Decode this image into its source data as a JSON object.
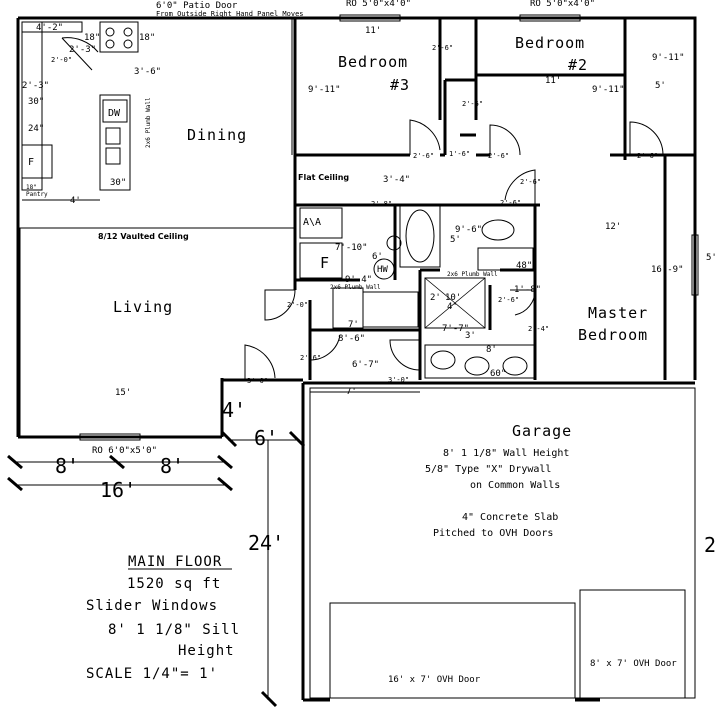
{
  "top": {
    "note1": "6'0\" Patio Door",
    "note2": "From Outside Right Hand Panel Moves",
    "ro_left": "RO 5'0\"x4'0\"",
    "ro_right": "RO 5'0\"x4'0\""
  },
  "rooms": {
    "dining": "Dining",
    "living": "Living",
    "bedroom3_a": "Bedroom",
    "bedroom3_b": "#3",
    "bedroom2_a": "Bedroom",
    "bedroom2_b": "#2",
    "master_a": "Master",
    "master_b": "Bedroom",
    "garage": "Garage"
  },
  "labels": {
    "flat_ceiling": "Flat Ceiling",
    "vaulted": "8/12 Vaulted Ceiling",
    "dw": "DW",
    "f_kitchen": "F",
    "pantry_a": "18\"",
    "pantry_b": "Pantry",
    "av": "A\\A",
    "f_laundry": "F",
    "hw": "HW",
    "plumb_wall_1": "2x6 Plumb Wall",
    "plumb_wall_2": "2x6 Plumb Wall",
    "plumb_wall_3": "2x6 Plumb Wall",
    "ro_bottom": "RO 6'0\"x5'0\"",
    "ovh16": "16' x 7' OVH Door",
    "ovh8": "8' x 7' OVH Door"
  },
  "garage_notes": {
    "l1": "8' 1 1/8\" Wall Height",
    "l2": "5/8\" Type \"X\" Drywall",
    "l3": "on Common Walls",
    "l4": "4\" Concrete Slab",
    "l5": "Pitched to OVH Doors"
  },
  "title_block": {
    "title": "MAIN FLOOR",
    "area": "1520 sq ft",
    "windows": "Slider Windows",
    "sill": "8' 1 1/8\" Sill",
    "height": "Height",
    "scale": "SCALE 1/4\"= 1'"
  },
  "dims": {
    "k_42": "4'-2\"",
    "k_18a": "18\"",
    "k_18b": "18\"",
    "k_23": "2'-3\"",
    "k_20": "2'-0\"",
    "k_36": "3'-6\"",
    "k_23b": "2'-3\"",
    "k_30a": "30\"",
    "k_24": "24\"",
    "k_30b": "30\"",
    "k_4": "4'",
    "b3_11": "11'",
    "b3_911": "9'-11\"",
    "b3_26": "2'-6\"",
    "b2_11": "11'",
    "b2_911a": "9'-11\"",
    "b2_911b": "9'-11\"",
    "b2_5": "5'",
    "h_26a": "2'-6\"",
    "h_26b": "2'-6\"",
    "h_16": "1'-6\"",
    "h_26c": "2'-6\"",
    "h_26d": "2'-6\"",
    "h_34": "3'-4\"",
    "h_26e": "2'-6\"",
    "h_28": "2'-8\"",
    "h_26f": "2'-6\"",
    "h_96": "9'-6\"",
    "h_12": "12'",
    "h_710": "7'-10\"",
    "h_6": "6'",
    "h_5": "5'",
    "h_48": "48\"",
    "h_94": "9'-4\"",
    "h_169": "16'-9\"",
    "h_18": "1'-8\"",
    "h_2x": "2'",
    "h_10": "10'",
    "h_4s": "4'",
    "h_26g": "2'-6\"",
    "h_20": "2'-0\"",
    "h_7": "7'",
    "h_24": "2'-4\"",
    "h_86": "8'-6\"",
    "h_77": "7'-7\"",
    "h_3": "3'",
    "h_8": "8'",
    "h_26h": "2'-6\"",
    "h_67": "6'-7\"",
    "h_60": "60\"",
    "h_30a": "3'-0\"",
    "h_30b": "3'-0\"",
    "l_15": "15'",
    "g_7": "7'",
    "o_4": "4'",
    "o_6": "6'",
    "o_8a": "8'",
    "o_8b": "8'",
    "o_16": "16'",
    "o_24": "24'",
    "o_5r": "5'",
    "o_2r": "2"
  }
}
